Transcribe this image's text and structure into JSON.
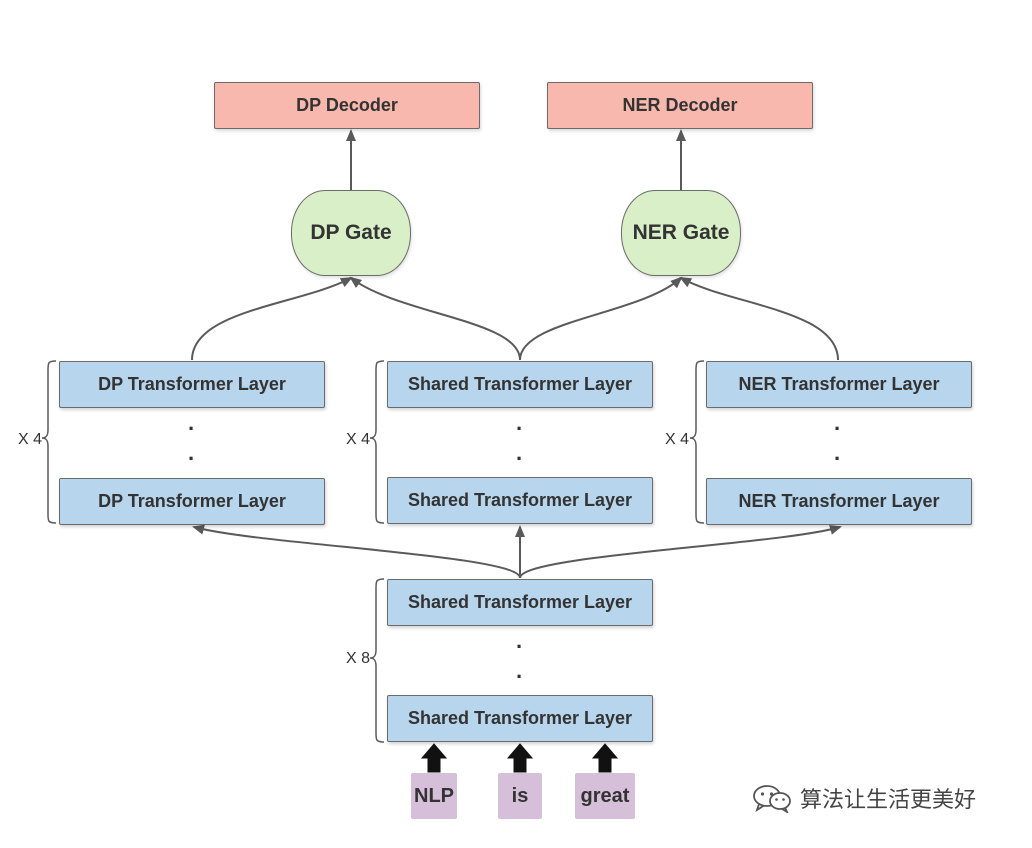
{
  "diagram": {
    "decoders": {
      "dp": "DP Decoder",
      "ner": "NER Decoder"
    },
    "gates": {
      "dp": "DP Gate",
      "ner": "NER Gate"
    },
    "branches": {
      "dp": {
        "top_layer": "DP Transformer Layer",
        "bottom_layer": "DP Transformer Layer",
        "repeat": "X 4"
      },
      "shared": {
        "top_layer": "Shared Transformer Layer",
        "bottom_layer": "Shared Transformer Layer",
        "repeat": "X 4"
      },
      "ner": {
        "top_layer": "NER Transformer Layer",
        "bottom_layer": "NER Transformer Layer",
        "repeat": "X 4"
      }
    },
    "shared_base": {
      "top_layer": "Shared Transformer Layer",
      "bottom_layer": "Shared Transformer Layer",
      "repeat": "X 8"
    },
    "tokens": [
      "NLP",
      "is",
      "great"
    ],
    "ellipsis_dot": "."
  },
  "watermark": {
    "text": "算法让生活更美好",
    "icon": "wechat-icon"
  },
  "colors": {
    "decoder_fill": "#f9b8ad",
    "gate_fill": "#d9efc8",
    "layer_fill": "#b7d6ed",
    "token_fill": "#d6bfd8",
    "stroke": "#5a5a5a"
  }
}
